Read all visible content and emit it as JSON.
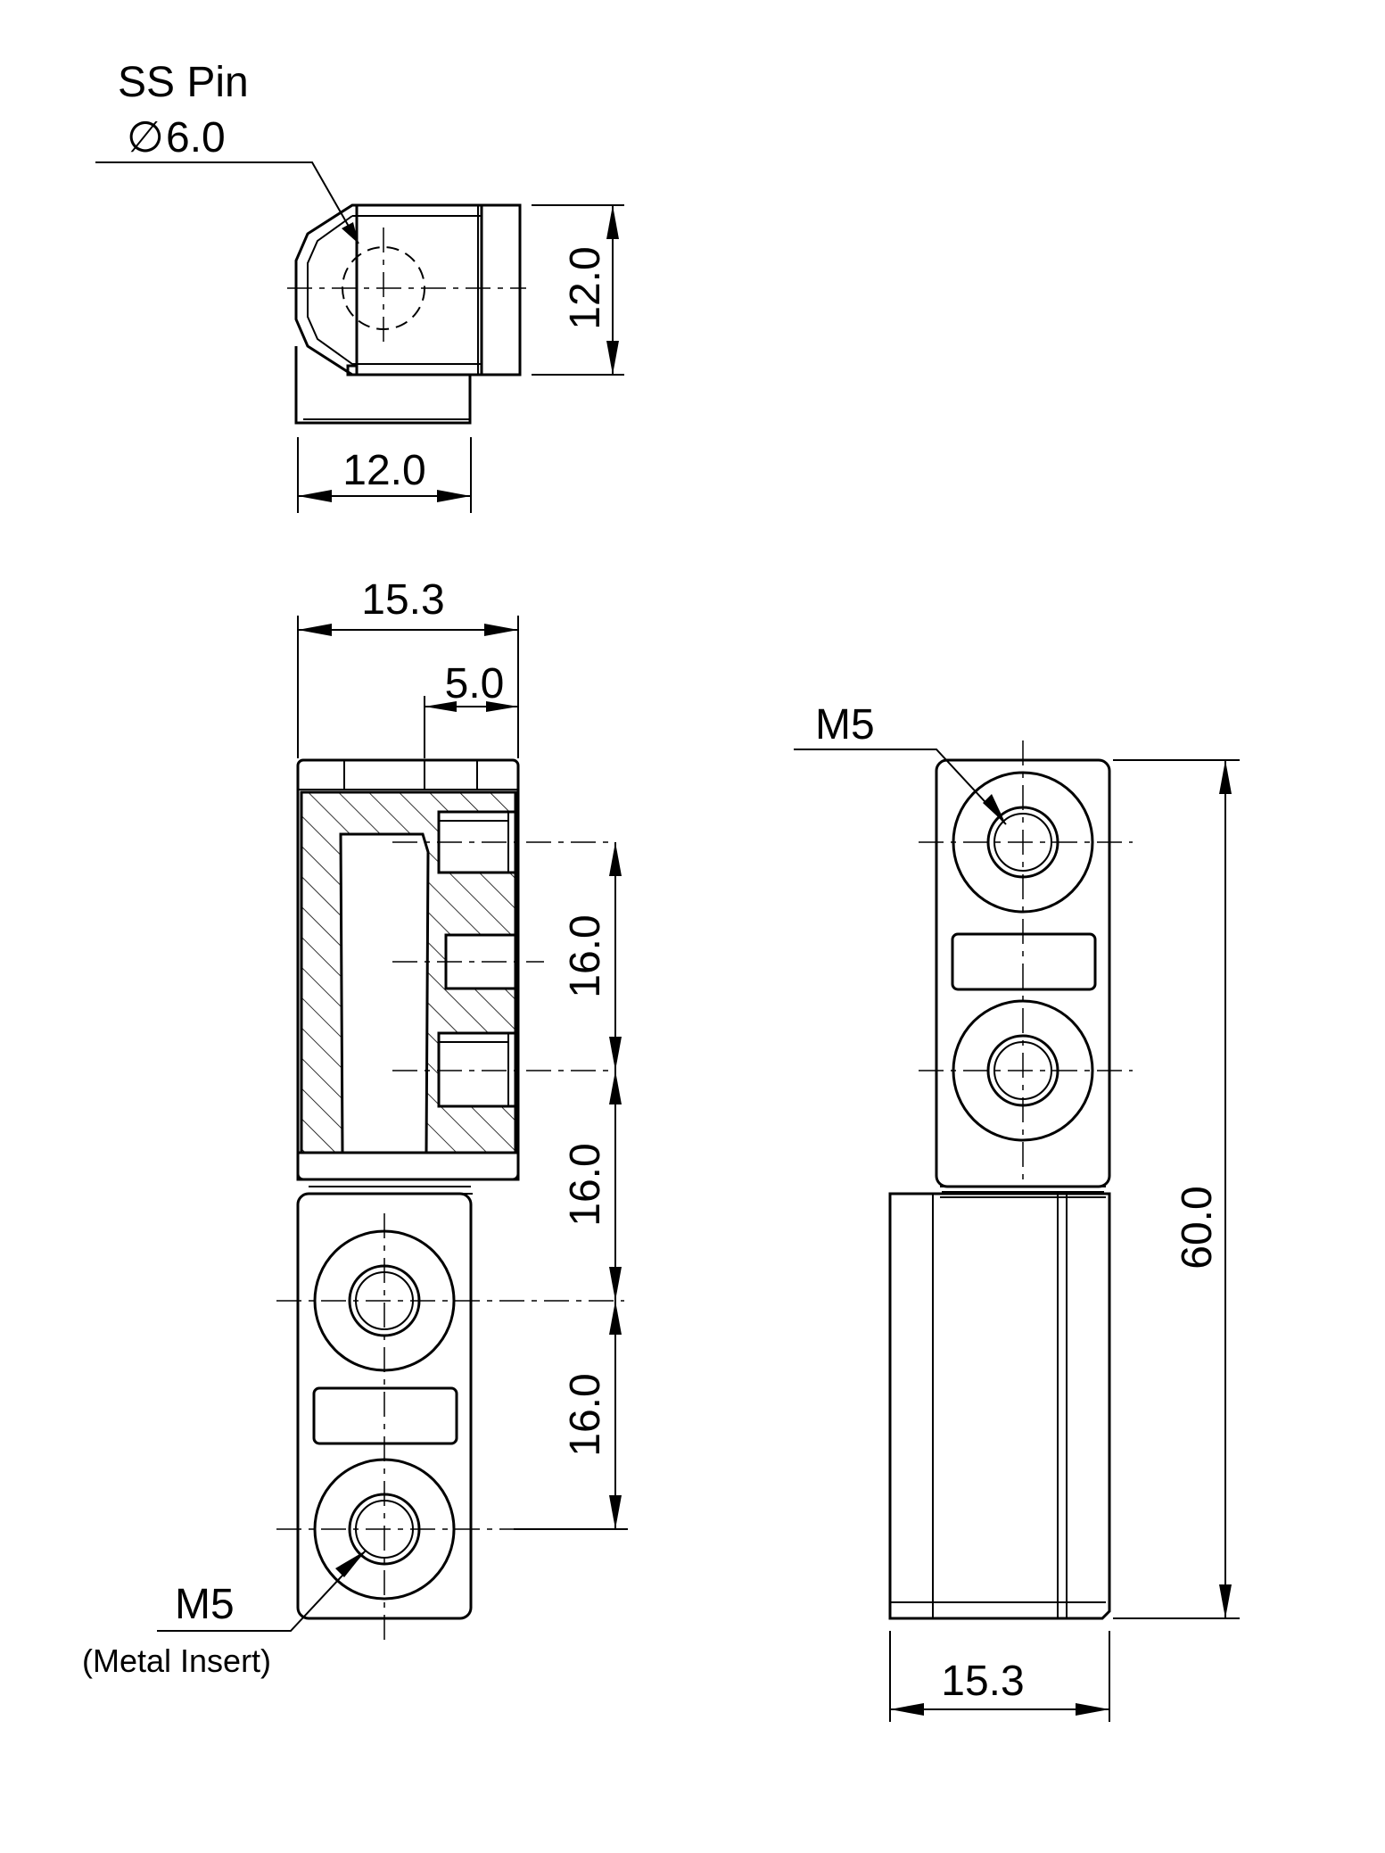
{
  "top_view": {
    "pin_label": "SS Pin",
    "pin_diameter": "6.0",
    "height_dim": "12.0",
    "width_dim": "12.0"
  },
  "front_view": {
    "overall_width_dim": "15.3",
    "offset_dim": "5.0",
    "spacing_dim_1": "16.0",
    "spacing_dim_2": "16.0",
    "spacing_dim_3": "16.0",
    "thread_label": "M5",
    "thread_note": "(Metal Insert)"
  },
  "side_view": {
    "thread_label": "M5",
    "length_dim": "60.0",
    "width_dim": "15.3"
  },
  "symbols": {
    "diameter": "∅"
  }
}
